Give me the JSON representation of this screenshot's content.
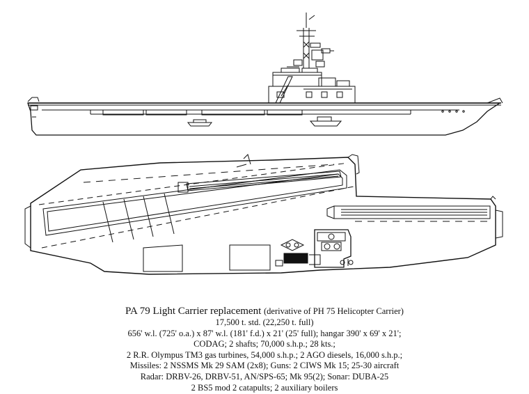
{
  "caption": {
    "title": "PA 79 Light Carrier replacement",
    "subtitle": "(derivative of PH 75 Helicopter Carrier)",
    "lines": [
      "17,500 t. std. (22,250 t. full)",
      "656' w.l. (725' o.a.) x 87' w.l. (181' f.d.) x 21' (25' full); hangar 390' x 69' x 21';",
      "CODAG; 2 shafts; 70,000 s.h.p.; 28 kts.;",
      "2 R.R. Olympus TM3 gas turbines, 54,000 s.h.p.; 2 AGO diesels, 16,000 s.h.p.;",
      "Missiles: 2 NSSMS Mk 29 SAM (2x8); Guns: 2 CIWS Mk 15; 25-30 aircraft",
      "Radar: DRBV-26, DRBV-51, AN/SPS-65; Mk 95(2); Sonar: DUBA-25",
      "2 BS5 mod 2 catapults; 2 auxiliary boilers"
    ]
  },
  "colors": {
    "ink": "#111111",
    "paper": "#ffffff"
  }
}
